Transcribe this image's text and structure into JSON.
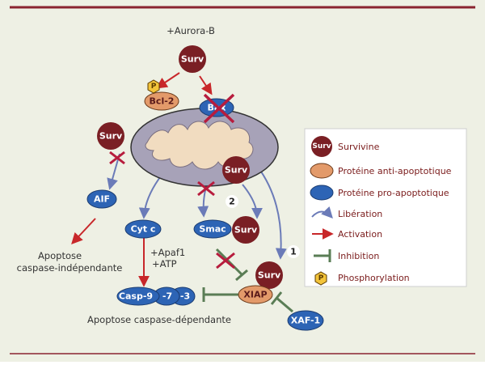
{
  "colors": {
    "background": "#eef0e4",
    "frame_line": "#8a2330",
    "survivin": "#7a1f24",
    "anti_apoptotic": "#e39a6a",
    "pro_apoptotic": "#2d64b5",
    "mitochondrion": "#a7a2b8",
    "cristae": "#f1dcc0",
    "release_arrow": "#6b7bb8",
    "activation_arrow": "#c8272a",
    "inhibition": "#5a7d55",
    "phospho": "#f3c43a",
    "cross": "#b71c3d"
  },
  "diagram": {
    "aurora_label": "+Aurora-B",
    "surv_label": "Surv",
    "bcl2_label": "Bcl-2",
    "bax_label": "Bax",
    "aif_label": "AIF",
    "cytc_label": "Cyt c",
    "smac_label": "Smac",
    "xiap_label": "XIAP",
    "xaf_label": "XAF-1",
    "casp9_label": "Casp-9",
    "casp7_label": "-7",
    "casp3_label": "-3",
    "p_label": "P",
    "num_2": "2",
    "num_1": "1",
    "apaf1_label": "+Apaf1",
    "atp_label": "+ATP",
    "indep_line1": "Apoptose",
    "indep_line2": "caspase-indépendante",
    "dep_label": "Apoptose caspase-dépendante"
  },
  "legend": {
    "survivine": "Survivine",
    "anti": "Protéine anti-apoptotique",
    "pro": "Protéine pro-apoptotique",
    "liberation": "Libération",
    "activation": "Activation",
    "inhibition": "Inhibition",
    "phosphorylation": "Phosphorylation"
  }
}
